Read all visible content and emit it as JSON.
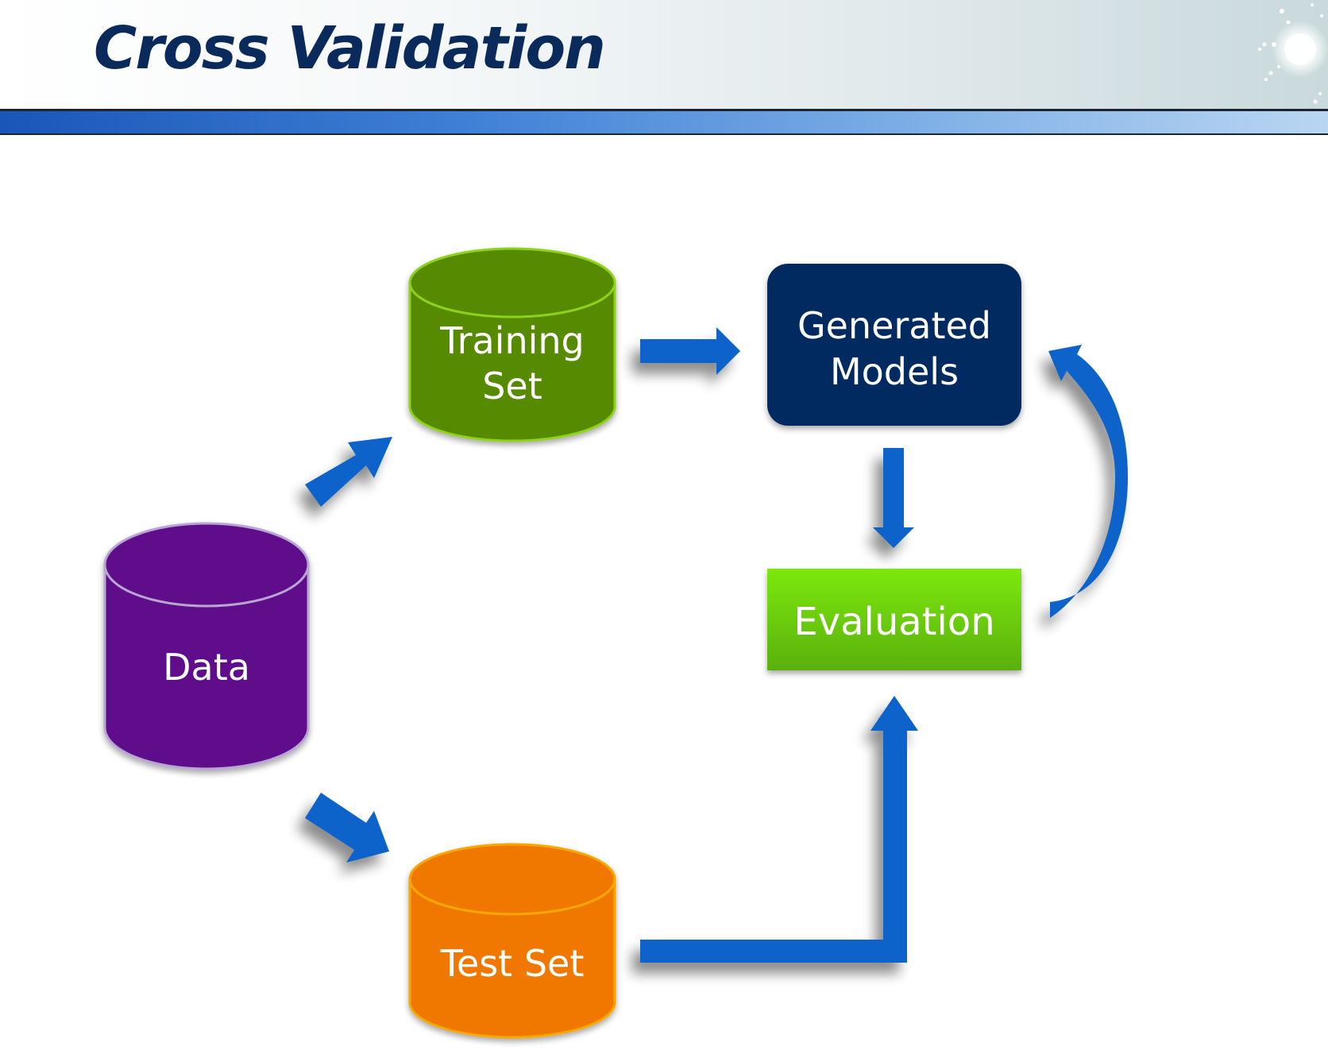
{
  "title": "Cross Validation",
  "nodes": {
    "data": {
      "label": "Data",
      "color": "#5e0b8a"
    },
    "training": {
      "label_line1": "Training",
      "label_line2": "Set",
      "color": "#578a00"
    },
    "test": {
      "label": "Test Set",
      "color": "#f07800"
    },
    "models": {
      "label_line1": "Generated",
      "label_line2": "Models",
      "color": "#002a60"
    },
    "evaluation": {
      "label": "Evaluation",
      "color": "#6fd10a"
    }
  },
  "arrow_color": "#0a63c9"
}
